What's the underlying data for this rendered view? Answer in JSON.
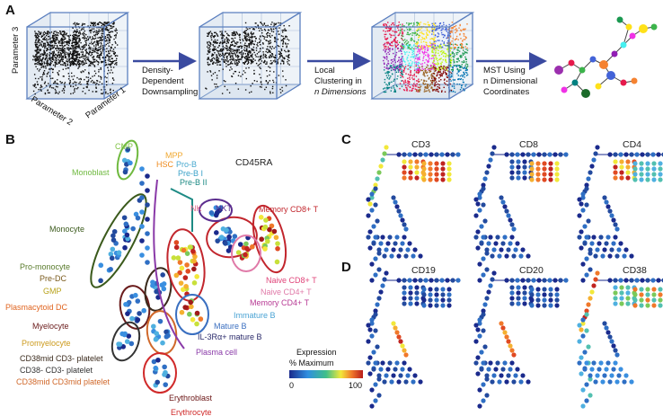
{
  "panels": {
    "a": "A",
    "b": "B",
    "c": "C",
    "d": "D"
  },
  "panel_a": {
    "axes": {
      "p1": "Parameter 1",
      "p2": "Parameter 2",
      "p3": "Parameter 3"
    },
    "steps": [
      [
        "Density-",
        "Dependent",
        "Downsampling"
      ],
      [
        "Local",
        "Clustering in",
        "n Dimensions"
      ],
      [
        "MST Using",
        "n Dimensional",
        "Coordinates"
      ]
    ]
  },
  "panel_b": {
    "marker": "CD45RA",
    "labels": [
      {
        "text": "HSC",
        "color": "#ef8a1c"
      },
      {
        "text": "MPP",
        "color": "#f0a830"
      },
      {
        "text": "CMP",
        "color": "#7ec242"
      },
      {
        "text": "Pro-B",
        "color": "#49a9cf"
      },
      {
        "text": "Pre-B I",
        "color": "#3aa1c8"
      },
      {
        "text": "Pre-B II",
        "color": "#1d8a84"
      },
      {
        "text": "Monoblast",
        "color": "#6fb93f"
      },
      {
        "text": "NK",
        "color": "#e06a8c"
      },
      {
        "text": "NKT",
        "color": "#5b2d8e"
      },
      {
        "text": "Memory CD8+ T",
        "color": "#c2262d"
      },
      {
        "text": "Monocyte",
        "color": "#3b5a1c"
      },
      {
        "text": "Pro-monocyte",
        "color": "#587a2a"
      },
      {
        "text": "Pre-DC",
        "color": "#7a5a1c"
      },
      {
        "text": "GMP",
        "color": "#b8a21a"
      },
      {
        "text": "Plasmacytoid DC",
        "color": "#e0641f"
      },
      {
        "text": "Myelocyte",
        "color": "#6a1b1b"
      },
      {
        "text": "Promyelocyte",
        "color": "#cc9a1c"
      },
      {
        "text": "CD38mid CD3- platelet",
        "color": "#3a2a1c"
      },
      {
        "text": "CD38- CD3- platelet",
        "color": "#333333"
      },
      {
        "text": "CD38mid CD3mid platelet",
        "color": "#d0682a"
      },
      {
        "text": "Erythroblast",
        "color": "#6a1414"
      },
      {
        "text": "Erythrocyte",
        "color": "#d02a2a"
      },
      {
        "text": "Naive CD8+ T",
        "color": "#e0457a"
      },
      {
        "text": "Naive CD4+ T",
        "color": "#e07aa8"
      },
      {
        "text": "Memory CD4+ T",
        "color": "#b73a94"
      },
      {
        "text": "Immature B",
        "color": "#4aa3d4"
      },
      {
        "text": "Mature B",
        "color": "#3a6fc0"
      },
      {
        "text": "IL-3Rα+ mature B",
        "color": "#2a2a6a"
      },
      {
        "text": "Plasma cell",
        "color": "#8a3aa8"
      }
    ],
    "legend": {
      "title1": "Expression",
      "title2": "% Maximum",
      "min": "0",
      "max": "100"
    }
  },
  "panel_c": {
    "titles": [
      "CD3",
      "CD8",
      "CD4"
    ]
  },
  "panel_d": {
    "titles": [
      "CD19",
      "CD20",
      "CD38"
    ]
  }
}
